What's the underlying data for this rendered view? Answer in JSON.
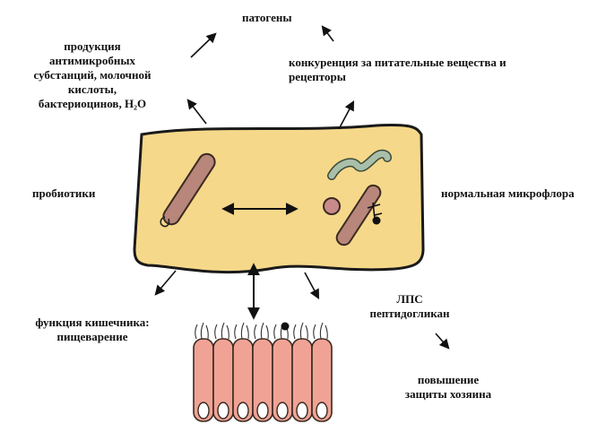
{
  "labels": {
    "pathogens": "патогены",
    "antimicrobial": [
      "продукция",
      "антимикробных",
      "субстанций,  молочной",
      "кислоты,",
      "бактериоцинов, H₂O"
    ],
    "competition": [
      "конкуренция за питательные вещества и",
      "рецепторы"
    ],
    "probiotics": "пробиотики",
    "microflora": "нормальная микрофлора",
    "gut_function": [
      "функция кишечника:",
      "пищеварение"
    ],
    "lps": [
      "ЛПС",
      "пептидогликан"
    ],
    "host_defense": [
      "повышение",
      "защиты хозяина"
    ]
  },
  "colors": {
    "box_fill": "#f6d88a",
    "box_stroke": "#1a1a1a",
    "probiotic_rod": "#b8867a",
    "spiral": "#a9bfa9",
    "coccus": "#c98a8a",
    "epithelium": "#f0a394"
  }
}
